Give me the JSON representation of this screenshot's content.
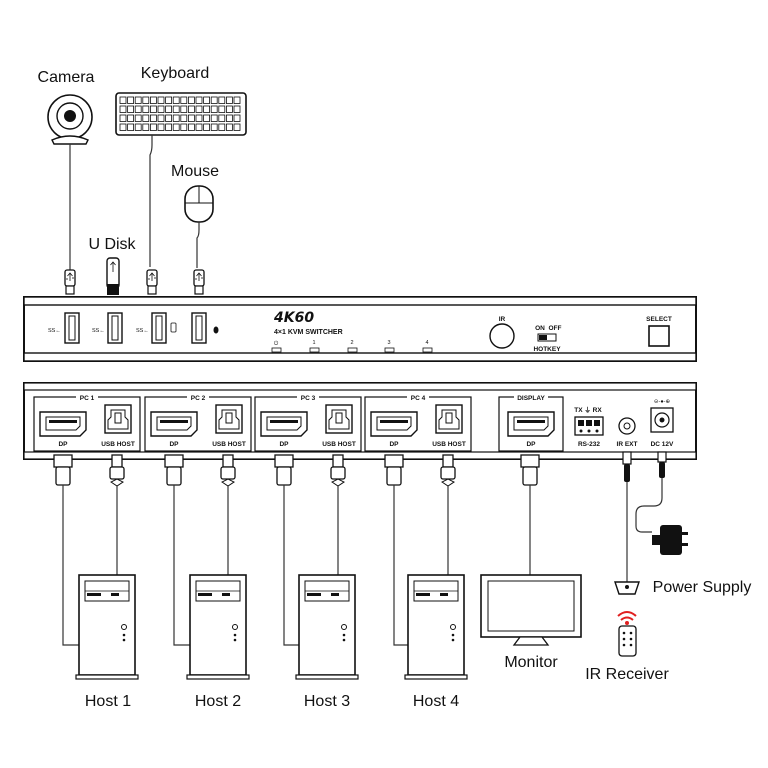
{
  "labels": {
    "camera": "Camera",
    "keyboard": "Keyboard",
    "mouse": "Mouse",
    "udisk": "U Disk",
    "monitor": "Monitor",
    "power_supply": "Power Supply",
    "ir_receiver": "IR Receiver",
    "host1": "Host 1",
    "host2": "Host 2",
    "host3": "Host 3",
    "host4": "Host 4"
  },
  "front_panel": {
    "brand": "4K60",
    "subtitle": "4×1 KVM SWITCHER",
    "ir": "IR",
    "hotkey_on": "ON",
    "hotkey_off": "OFF",
    "hotkey": "HOTKEY",
    "select": "SELECT",
    "led_power": "⏻",
    "led1": "1",
    "led2": "2",
    "led3": "3",
    "led4": "4",
    "usb_logo": "SS←"
  },
  "rear_panel": {
    "pc1": "PC 1",
    "pc2": "PC 2",
    "pc3": "PC 3",
    "pc4": "PC 4",
    "display": "DISPLAY",
    "dp": "DP",
    "usb_host": "USB HOST",
    "rs232_pins": "TX ⏚ RX",
    "rs232": "RS-232",
    "ir_ext": "IR EXT",
    "dc": "DC 12V"
  }
}
